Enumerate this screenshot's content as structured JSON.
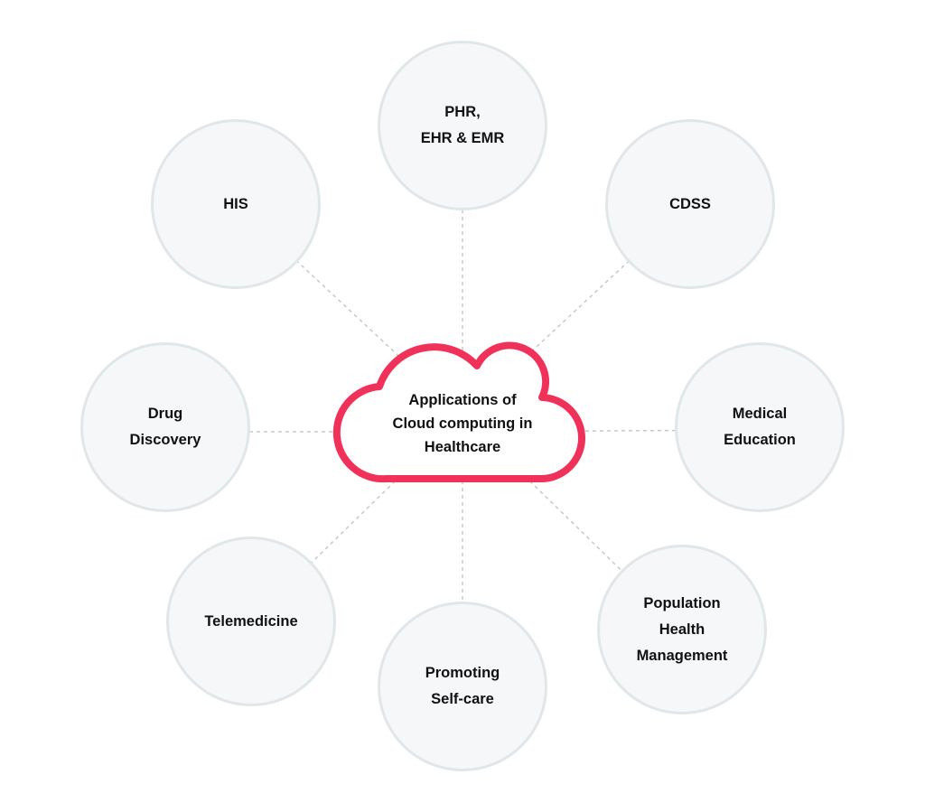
{
  "center": {
    "title": "Applications of\nCloud computing in\nHealthcare"
  },
  "nodes": [
    {
      "id": "phr",
      "label": "PHR,\nEHR & EMR"
    },
    {
      "id": "cdss",
      "label": "CDSS"
    },
    {
      "id": "medical-education",
      "label": "Medical\nEducation"
    },
    {
      "id": "population-health",
      "label": "Population\nHealth\nManagement"
    },
    {
      "id": "self-care",
      "label": "Promoting\nSelf-care"
    },
    {
      "id": "telemedicine",
      "label": "Telemedicine"
    },
    {
      "id": "drug-discovery",
      "label": "Drug\nDiscovery"
    },
    {
      "id": "his",
      "label": "HIS"
    }
  ],
  "colors": {
    "cloud": "#f0315a",
    "node_fill": "#f5f7f8",
    "node_border": "#dfe7eb",
    "connector": "#c8c8c8"
  }
}
